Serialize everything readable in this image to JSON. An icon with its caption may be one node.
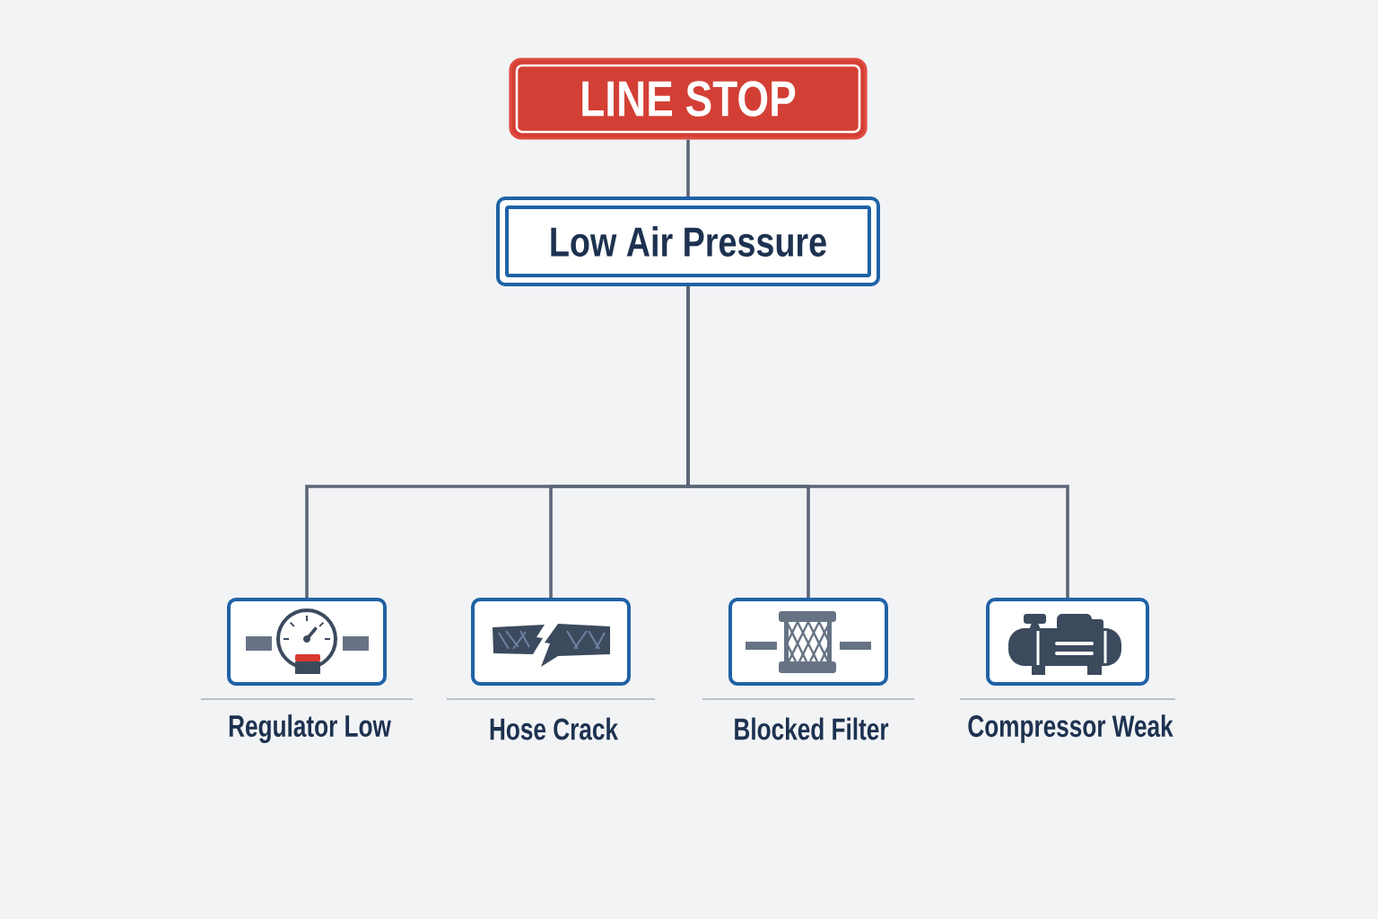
{
  "diagram": {
    "nodes": [
      {
        "text": [
          "LINE STOP"
        ]
      },
      {
        "text": [
          "Low Air Pressure"
        ]
      },
      {
        "text": [
          "Regulator Low"
        ]
      },
      {
        "text": [
          "Hose Crack"
        ]
      },
      {
        "text": [
          "Blocked Filter"
        ]
      },
      {
        "text": [
          "Compressor Weak"
        ]
      }
    ],
    "edges": [
      {
        "from": 0,
        "to": 1,
        "arrow": "none"
      },
      {
        "from": 1,
        "to": 2,
        "arrow": "none"
      },
      {
        "from": 1,
        "to": 3,
        "arrow": "none"
      },
      {
        "from": 1,
        "to": 4,
        "arrow": "none"
      },
      {
        "from": 1,
        "to": 5,
        "arrow": "none"
      }
    ]
  }
}
